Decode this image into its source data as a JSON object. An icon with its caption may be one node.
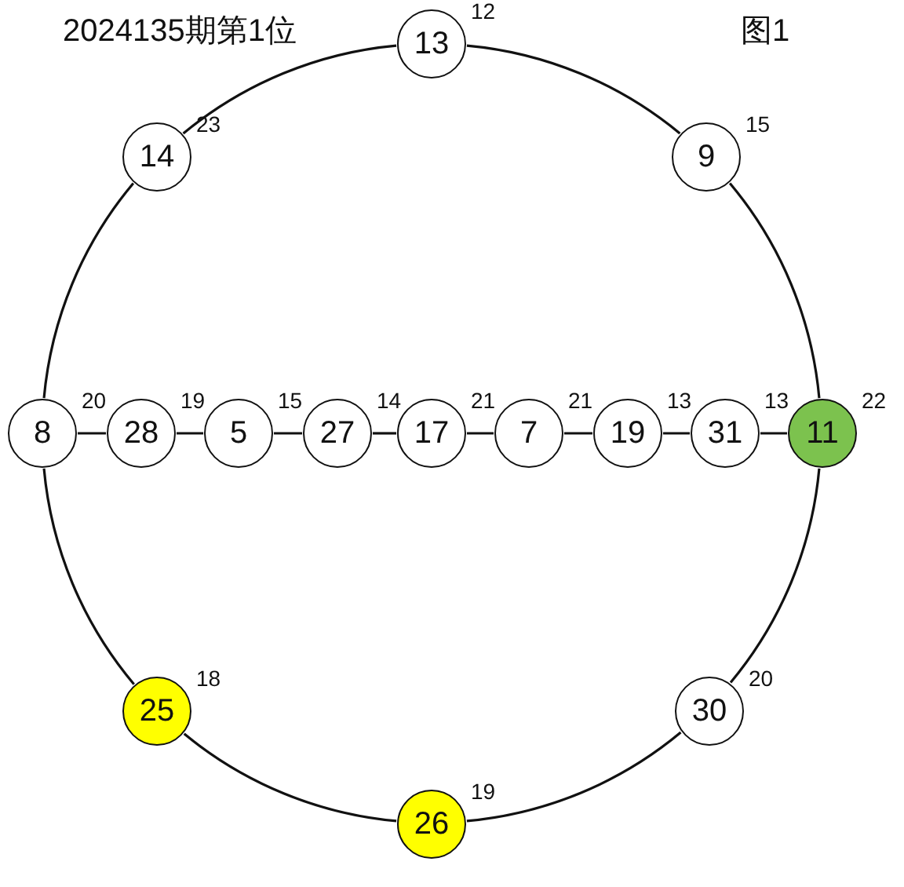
{
  "diagram": {
    "title": "2024135期第1位",
    "nodes": [
      {
        "text": [
          "13"
        ],
        "beside": [
          "12"
        ]
      },
      {
        "text": [
          "14"
        ],
        "beside": [
          "23"
        ]
      },
      {
        "text": [
          "9"
        ],
        "beside": [
          "15"
        ]
      },
      {
        "text": [
          "8"
        ],
        "beside": [
          "20"
        ]
      },
      {
        "text": [
          "28"
        ],
        "beside": [
          "19"
        ]
      },
      {
        "text": [
          "5"
        ],
        "beside": [
          "15"
        ]
      },
      {
        "text": [
          "27"
        ],
        "beside": [
          "14"
        ]
      },
      {
        "text": [
          "17"
        ],
        "beside": [
          "21"
        ]
      },
      {
        "text": [
          "7"
        ],
        "beside": [
          "21"
        ]
      },
      {
        "text": [
          "19"
        ],
        "beside": [
          "13"
        ]
      },
      {
        "text": [
          "31"
        ],
        "beside": [
          "13"
        ]
      },
      {
        "text": [
          "11"
        ],
        "beside": [
          "22"
        ]
      },
      {
        "text": [
          "25"
        ],
        "beside": [
          "18"
        ]
      },
      {
        "text": [
          "30"
        ],
        "beside": [
          "20"
        ]
      },
      {
        "text": [
          "26"
        ],
        "beside": [
          "19"
        ]
      }
    ],
    "edges": [
      {
        "from": 0,
        "to": 2,
        "arrow": "none"
      },
      {
        "from": 2,
        "to": 11,
        "arrow": "none"
      },
      {
        "from": 11,
        "to": 13,
        "arrow": "none"
      },
      {
        "from": 13,
        "to": 14,
        "arrow": "none"
      },
      {
        "from": 14,
        "to": 12,
        "arrow": "none"
      },
      {
        "from": 12,
        "to": 3,
        "arrow": "none"
      },
      {
        "from": 3,
        "to": 1,
        "arrow": "none"
      },
      {
        "from": 1,
        "to": 0,
        "arrow": "none"
      },
      {
        "from": 3,
        "to": 4,
        "arrow": "none"
      },
      {
        "from": 4,
        "to": 5,
        "arrow": "none"
      },
      {
        "from": 5,
        "to": 6,
        "arrow": "none"
      },
      {
        "from": 6,
        "to": 7,
        "arrow": "none"
      },
      {
        "from": 7,
        "to": 8,
        "arrow": "none"
      },
      {
        "from": 8,
        "to": 9,
        "arrow": "none"
      },
      {
        "from": 9,
        "to": 10,
        "arrow": "none"
      },
      {
        "from": 10,
        "to": 11,
        "arrow": "none"
      }
    ],
    "labels": [
      "图1"
    ]
  }
}
